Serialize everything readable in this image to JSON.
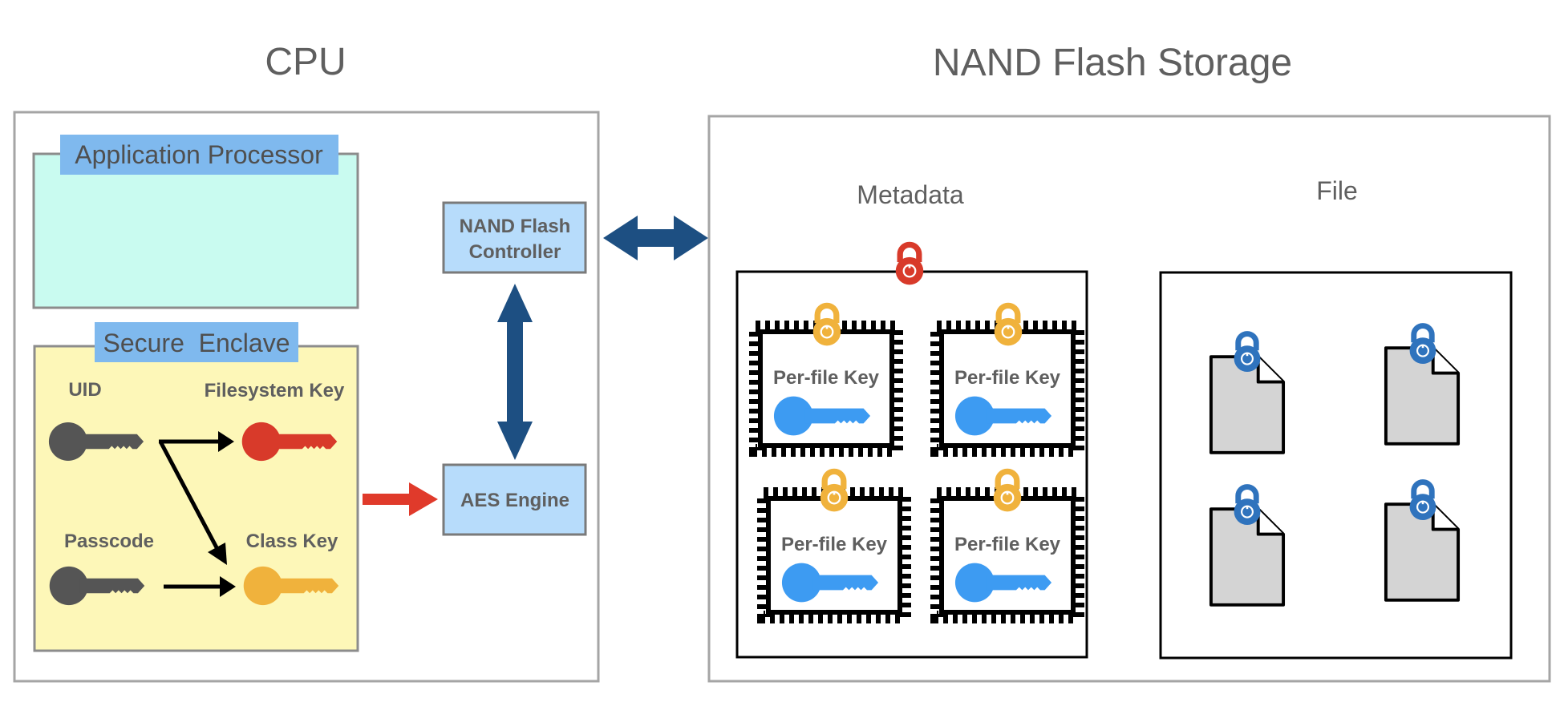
{
  "cpu": {
    "title": "CPU",
    "application_processor": "Application Processor",
    "secure_enclave": "Secure  Enclave",
    "uid": "UID",
    "filesystem_key": "Filesystem Key",
    "passcode": "Passcode",
    "class_key": "Class Key",
    "nand_flash_controller_line1": "NAND Flash",
    "nand_flash_controller_line2": "Controller",
    "aes_engine": "AES Engine"
  },
  "storage": {
    "title": "NAND Flash Storage",
    "metadata": "Metadata",
    "file": "File",
    "per_file_keys": [
      "Per-file Key",
      "Per-file Key",
      "Per-file Key",
      "Per-file Key"
    ]
  },
  "colors": {
    "uid_key": "#555555",
    "passcode_key": "#555555",
    "filesystem_key": "#d83a2a",
    "class_key": "#f0b23c",
    "per_file_key": "#3d9bf2",
    "metadata_lock": "#d83a2a",
    "stamp_lock": "#f0b23c",
    "file_lock": "#2f73bd",
    "arrow_blue": "#1d4f82",
    "arrow_red": "#e03a2b",
    "app_processor_fill": "#c9fbf0",
    "secure_enclave_fill": "#fdf7b8",
    "label_highlight": "#7fb9ee",
    "box_fill": "#b7dcfb"
  }
}
